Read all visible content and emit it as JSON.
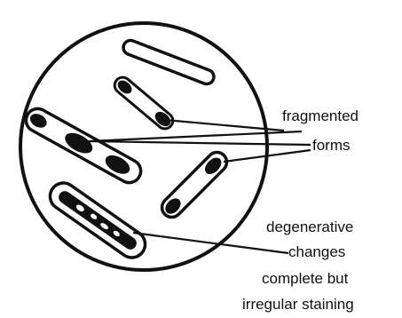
{
  "labels": {
    "fragmented": "fragmented",
    "forms": "forms",
    "degenerative": "degenerative",
    "changes": "changes",
    "complete_but": "complete but",
    "irregular_staining": "irregular staining"
  },
  "colors": {
    "ink": "#111111",
    "background": "#ffffff"
  }
}
